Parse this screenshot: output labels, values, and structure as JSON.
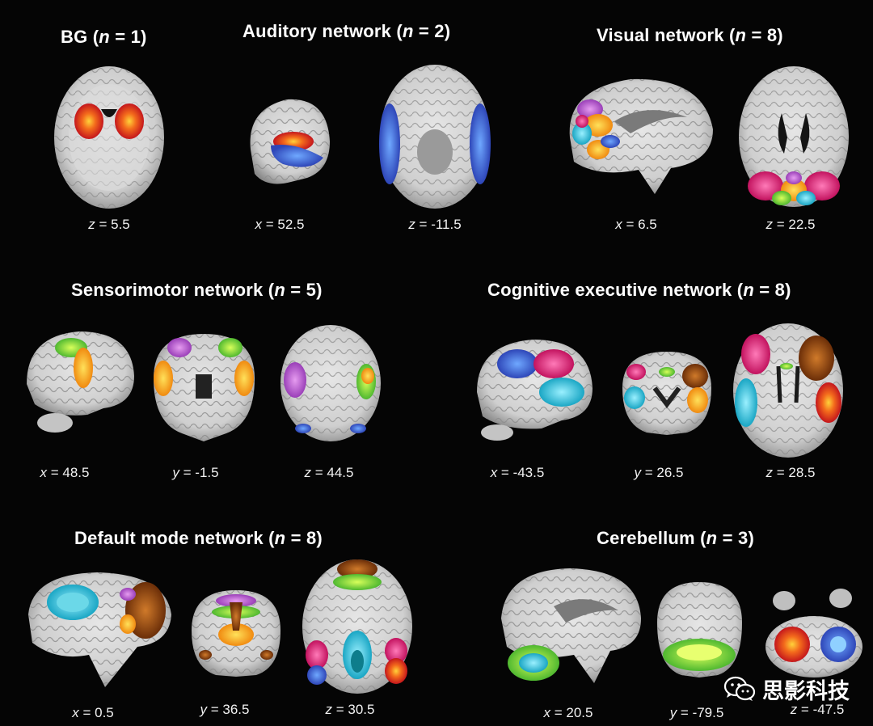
{
  "panels": [
    {
      "title": "BG",
      "n_label": "n",
      "n_value": "1",
      "coords": [
        {
          "axis": "z",
          "value": "5.5"
        }
      ]
    },
    {
      "title": "Auditory network",
      "n_label": "n",
      "n_value": "2",
      "coords": [
        {
          "axis": "x",
          "value": "52.5"
        },
        {
          "axis": "z",
          "value": "-11.5"
        }
      ]
    },
    {
      "title": "Visual network",
      "n_label": "n",
      "n_value": "8",
      "coords": [
        {
          "axis": "x",
          "value": "6.5"
        },
        {
          "axis": "z",
          "value": "22.5"
        }
      ]
    },
    {
      "title": "Sensorimotor network",
      "n_label": "n",
      "n_value": "5",
      "coords": [
        {
          "axis": "x",
          "value": "48.5"
        },
        {
          "axis": "y",
          "value": "-1.5"
        },
        {
          "axis": "z",
          "value": "44.5"
        }
      ]
    },
    {
      "title": "Cognitive executive network",
      "n_label": "n",
      "n_value": "8",
      "coords": [
        {
          "axis": "x",
          "value": "-43.5"
        },
        {
          "axis": "y",
          "value": "26.5"
        },
        {
          "axis": "z",
          "value": "28.5"
        }
      ]
    },
    {
      "title": "Default mode network",
      "n_label": "n",
      "n_value": "8",
      "coords": [
        {
          "axis": "x",
          "value": "0.5"
        },
        {
          "axis": "y",
          "value": "36.5"
        },
        {
          "axis": "z",
          "value": "30.5"
        }
      ]
    },
    {
      "title": "Cerebellum",
      "n_label": "n",
      "n_value": "3",
      "coords": [
        {
          "axis": "x",
          "value": "20.5"
        },
        {
          "axis": "y",
          "value": "-79.5"
        },
        {
          "axis": "z",
          "value": "-47.5"
        }
      ]
    }
  ],
  "watermark": {
    "text": "思影科技",
    "icon": "wechat-icon"
  },
  "colors": {
    "background": "#050505",
    "red": "#e8262a",
    "orange": "#f7941d",
    "yellow": "#f5d21a",
    "blue": "#3f5fcf",
    "cyan": "#34c3d6",
    "magenta": "#d9227a",
    "green": "#7ed63a",
    "purple": "#b05fd0",
    "brown": "#9a4a12"
  }
}
